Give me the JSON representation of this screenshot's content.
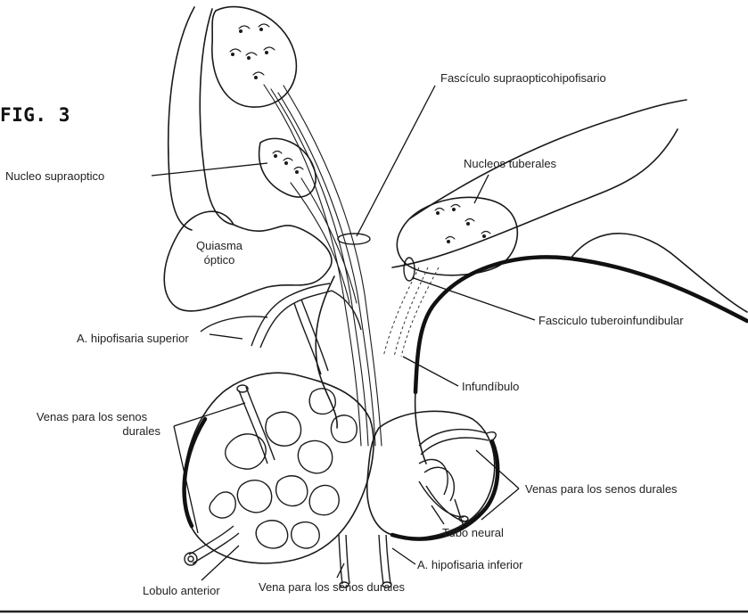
{
  "figure_label": "FIG. 3",
  "labels": {
    "fasciculo_supraoptico": "Fascículo supraopticohipofisario",
    "nucleo_supraoptico": "Nucleo supraoptico",
    "nucleos_tuberales": "Nucleos tuberales",
    "quiasma_line1": "Quiasma",
    "quiasma_line2": "óptico",
    "fasciculo_tubero": "Fasciculo tuberoinfundibular",
    "a_hipofisaria_superior": "A. hipofisaria superior",
    "infundibulo": "Infundíbulo",
    "venas_izq_line1": "Venas para los senos",
    "venas_izq_line2": "durales",
    "venas_der": "Venas para los senos durales",
    "tubo_neural": "Tubo neural",
    "a_hipofisaria_inferior": "A. hipofisaria inferior",
    "lobulo_anterior": "Lobulo anterior",
    "vena_senos": "Vena para los senos durales"
  }
}
